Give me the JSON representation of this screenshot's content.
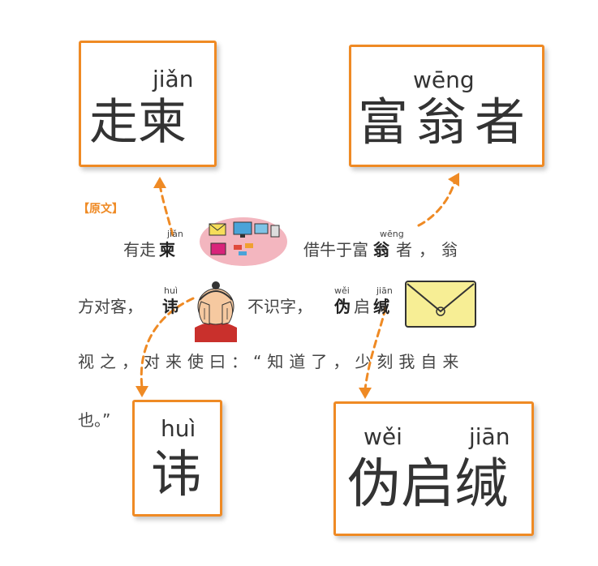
{
  "label": "【原文】",
  "cards": {
    "jian": {
      "pinyin": "jiǎn",
      "chars": "走柬"
    },
    "weng": {
      "pinyin": "wēng",
      "chars": "富翁者"
    },
    "hui": {
      "pinyin": "huì",
      "chars": "讳"
    },
    "weijian": {
      "pinyin1": "wěi",
      "pinyin2": "jiān",
      "chars": "伪启缄"
    }
  },
  "text": {
    "l1a": "有走",
    "l1b": "柬",
    "l1py": "jiǎn",
    "l1c": "借牛于富",
    "l1d": "翁",
    "l1e": "者，翁",
    "l1py2": "wēng",
    "l2a": "方对客，",
    "l2b": "讳",
    "l2py": "huì",
    "l2c": "不识字，",
    "l2d": "伪",
    "l2e": "启",
    "l2f": "缄",
    "l2py2": "wěi",
    "l2py3": "jiān",
    "l3": "视之，对来使曰：“知道了，少刻我自来",
    "l4": "也。”"
  },
  "colors": {
    "accent": "#ef8a24"
  }
}
